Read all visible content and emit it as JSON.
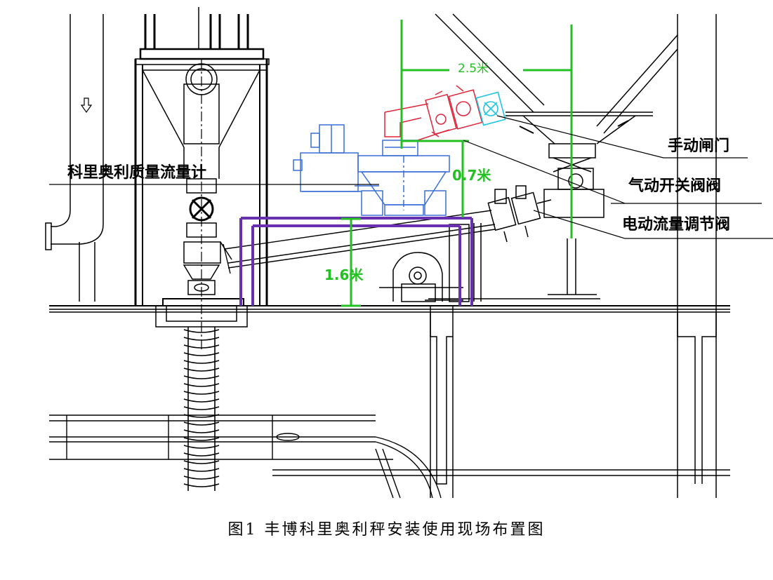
{
  "labels": {
    "coriolis_meter": "科里奥利质量流量计",
    "manual_gate": "手动闸门",
    "pneumatic_valve": "气动开关阀阀",
    "electric_valve": "电动流量调节阀"
  },
  "dimensions": {
    "width": "2.5米",
    "height_upper": "0.7米",
    "height_lower": "1.6米"
  },
  "caption": "图1  丰博科里奥利秤安装使用现场布置图",
  "colors": {
    "line": "#000000",
    "green": "#22c022",
    "purple": "#6a2fb0",
    "blue": "#3a6fd8",
    "red": "#e0253a",
    "cyan": "#1fc6e0"
  },
  "icons": {
    "flow_arrow": "down-arrow-icon"
  }
}
